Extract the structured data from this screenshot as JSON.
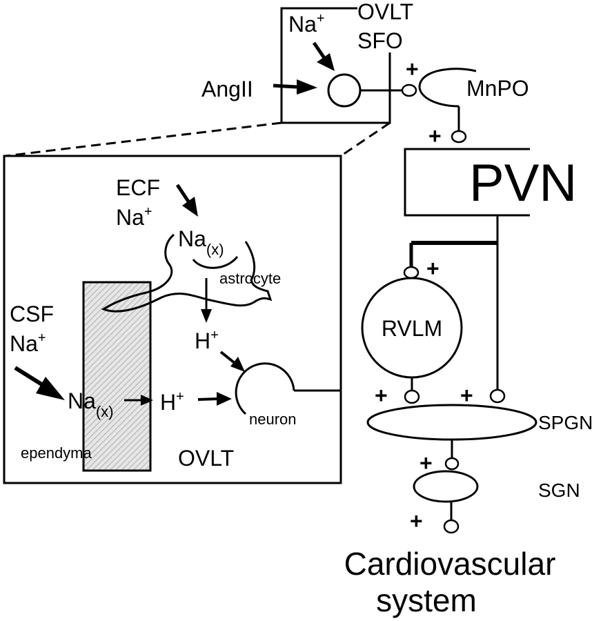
{
  "colors": {
    "line": "#000000",
    "background": "#ffffff",
    "ependyma_fill": "#d9d9d9"
  },
  "top": {
    "ovlt": "OVLT",
    "sfo": "SFO",
    "na_top": {
      "base": "Na",
      "sup": "+"
    },
    "angII": "AngII",
    "mnpo": "MnPO",
    "plus_mnpo": "+",
    "plus_pvn": "+"
  },
  "pvn": "PVN",
  "inset": {
    "ecf": "ECF",
    "ecf_na": {
      "base": "Na",
      "sup": "+"
    },
    "csf": "CSF",
    "csf_na": {
      "base": "Na",
      "sup": "+"
    },
    "na_x_astro": {
      "base": "Na",
      "sub": "(x)"
    },
    "na_x_epen": {
      "base": "Na",
      "sub": "(x)"
    },
    "astrocyte": "astrocyte",
    "h_plus_upper": {
      "base": "H",
      "sup": "+"
    },
    "h_plus_lower": {
      "base": "H",
      "sup": "+"
    },
    "neuron": "neuron",
    "ependyma": "ependyma",
    "ovlt": "OVLT"
  },
  "right": {
    "rvlm": "RVLM",
    "plus_rvlm": "+",
    "plus_spgn_left": "+",
    "plus_spgn_right": "+",
    "spgn": "SPGN",
    "plus_sgn": "+",
    "sgn": "SGN",
    "plus_cv": "+",
    "cv_line1": "Cardiovascular",
    "cv_line2": "system"
  }
}
